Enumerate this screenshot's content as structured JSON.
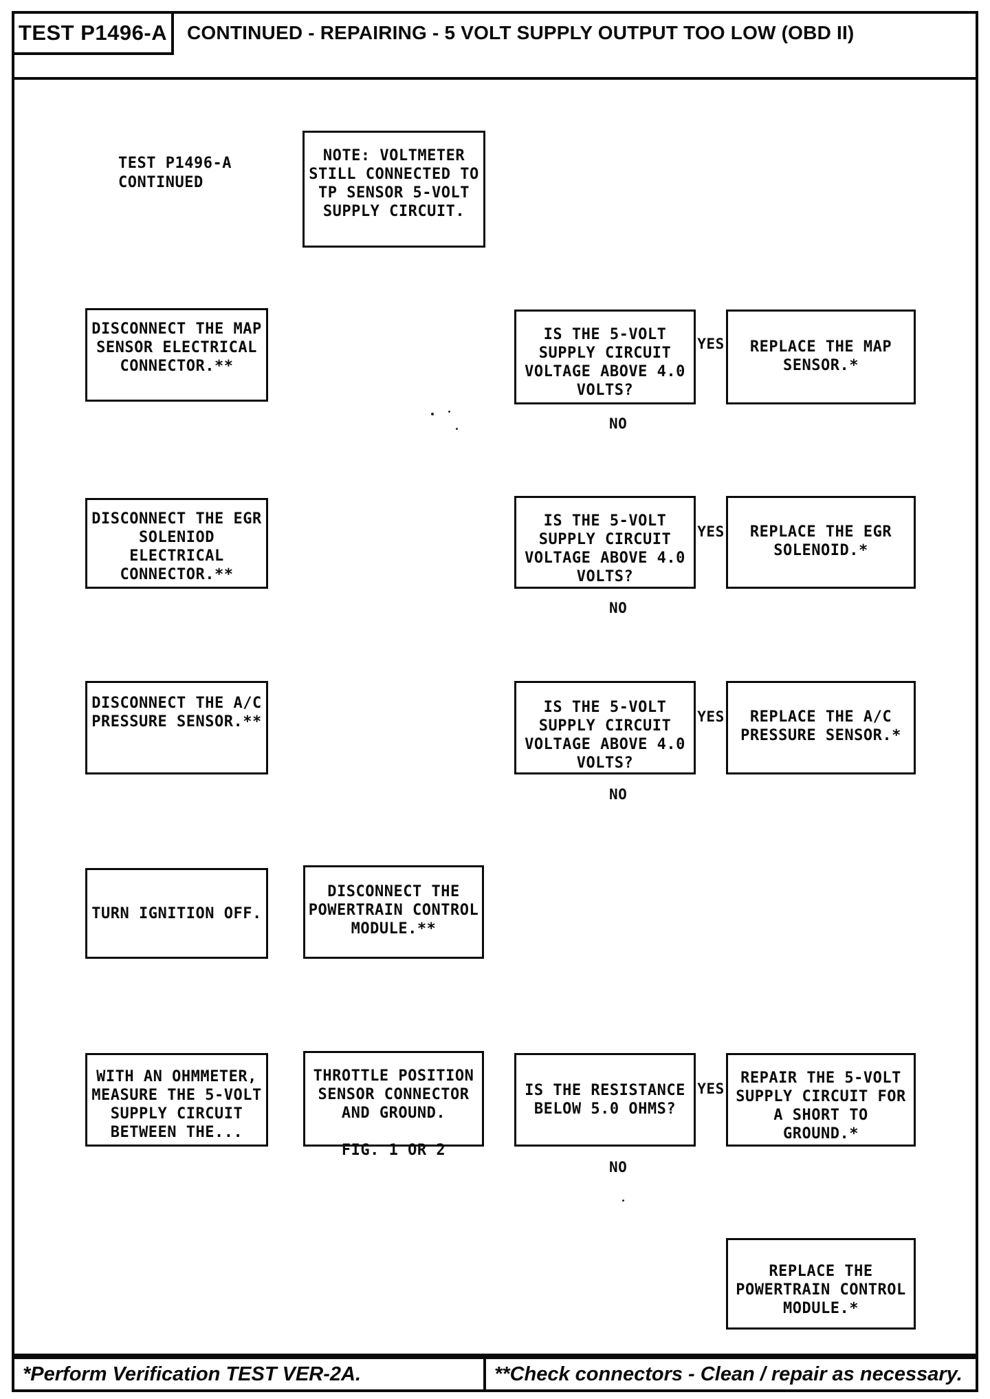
{
  "header": {
    "test_label": "TEST P1496-A",
    "title": "CONTINUED - REPAIRING - 5 VOLT SUPPLY OUTPUT TOO LOW (OBD II)"
  },
  "labels": {
    "yes": "YES",
    "no": "NO"
  },
  "nodes": {
    "continue_arrow": "TEST P1496-A\nCONTINUED",
    "note_bold": "NOTE:",
    "note_text": " VOLTMETER\nSTILL CONNECTED TO\nTP SENSOR 5-VOLT\nSUPPLY CIRCUIT.",
    "disconnect_map": "DISCONNECT THE MAP\nSENSOR ELECTRICAL\nCONNECTOR.**",
    "dec_map": "IS THE 5-VOLT\nSUPPLY CIRCUIT\nVOLTAGE ABOVE 4.0\nVOLTS?",
    "replace_map": "REPLACE THE MAP\nSENSOR.*",
    "disconnect_egr": "DISCONNECT THE EGR\nSOLENIOD ELECTRICAL\nCONNECTOR.**",
    "dec_egr": "IS THE 5-VOLT\nSUPPLY CIRCUIT\nVOLTAGE ABOVE 4.0\nVOLTS?",
    "replace_egr": "REPLACE THE EGR\nSOLENOID.*",
    "disconnect_ac": "DISCONNECT THE A/C\nPRESSURE SENSOR.**",
    "dec_ac": "IS THE 5-VOLT\nSUPPLY CIRCUIT\nVOLTAGE ABOVE 4.0\nVOLTS?",
    "replace_ac": "REPLACE THE A/C\nPRESSURE SENSOR.*",
    "turn_ignition": "TURN IGNITION OFF.",
    "disconnect_pcm": "DISCONNECT THE\nPOWERTRAIN CONTROL\nMODULE.**",
    "ohmmeter": "WITH AN OHMMETER,\nMEASURE THE 5-VOLT\nSUPPLY CIRCUIT\nBETWEEN THE...",
    "tp_connector": "THROTTLE POSITION\nSENSOR CONNECTOR\nAND GROUND.\n\nFIG. 1 OR 2",
    "dec_resistance": "IS THE RESISTANCE\nBELOW 5.0 OHMS?",
    "repair_short": "REPAIR THE 5-VOLT\nSUPPLY CIRCUIT FOR\nA SHORT TO\nGROUND.*",
    "replace_pcm": "REPLACE THE\nPOWERTRAIN CONTROL\nMODULE.*"
  },
  "footer": {
    "left": "*Perform Verification TEST VER-2A.",
    "right": "**Check connectors - Clean / repair as necessary."
  }
}
